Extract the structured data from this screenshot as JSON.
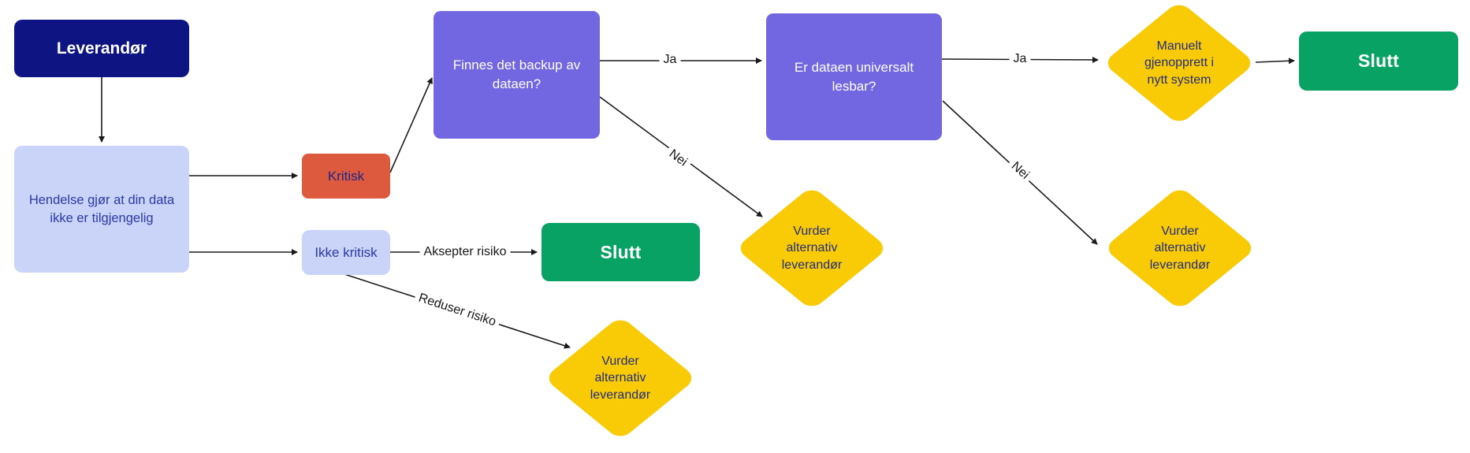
{
  "diagram": {
    "nodes": {
      "leverandor": {
        "label": "Leverandør",
        "shape": "rectangle",
        "color_key": "navy"
      },
      "hendelse": {
        "label": "Hendelse gjør at din data ikke er tilgjengelig",
        "shape": "rectangle",
        "color_key": "lavender"
      },
      "kritisk": {
        "label": "Kritisk",
        "shape": "rectangle",
        "color_key": "red"
      },
      "ikke_kritisk": {
        "label": "Ikke kritisk",
        "shape": "rectangle",
        "color_key": "lavender"
      },
      "finnes_backup": {
        "label": "Finnes det backup av dataen?",
        "shape": "rectangle",
        "color_key": "purple"
      },
      "er_lesbar": {
        "label": "Er dataen universalt lesbar?",
        "shape": "rectangle",
        "color_key": "purple"
      },
      "manuelt": {
        "label": "Manuelt gjenopprett i nytt system",
        "shape": "diamond",
        "color_key": "yellow"
      },
      "slutt_top": {
        "label": "Slutt",
        "shape": "rectangle",
        "color_key": "green"
      },
      "slutt_mid": {
        "label": "Slutt",
        "shape": "rectangle",
        "color_key": "green"
      },
      "vurder_mid": {
        "label": "Vurder alternativ leverandør",
        "shape": "diamond",
        "color_key": "yellow"
      },
      "vurder_right": {
        "label": "Vurder alternativ leverandør",
        "shape": "diamond",
        "color_key": "yellow"
      },
      "vurder_bottom": {
        "label": "Vurder alternativ leverandør",
        "shape": "diamond",
        "color_key": "yellow"
      }
    },
    "edge_labels": {
      "ja_backup": "Ja",
      "ja_lesbar": "Ja",
      "nei_backup": "Nei",
      "nei_lesbar": "Nei",
      "aksepter_risiko": "Aksepter risiko",
      "reduser_risiko": "Reduser risiko"
    },
    "colors": {
      "navy": "#0E1583",
      "lavender": "#CAD3F8",
      "red": "#DE5A3F",
      "purple": "#7266E1",
      "yellow": "#F9CA06",
      "green": "#08A265",
      "arrow": "#1A1A1A",
      "text_on_light": "#2B3AA6",
      "text_on_shape": "#222D7E",
      "text_on_dark": "#FFFFFF",
      "edge_label": "#151515"
    }
  }
}
